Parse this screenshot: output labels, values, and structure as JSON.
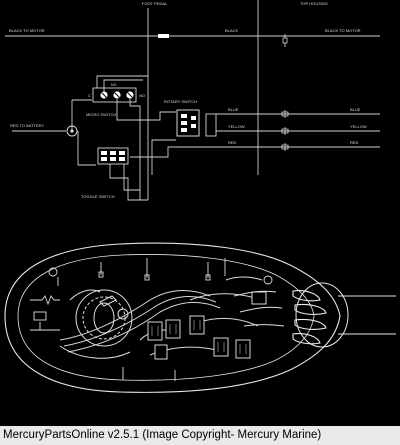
{
  "header": {
    "foot_pedal": "FOOT PEDAL",
    "top_housing": "TOP HOUSING"
  },
  "wires": {
    "black_left": "BLACK TO MOTOR",
    "black_mid": "BLACK",
    "black_right": "BLACK TO MOTOR",
    "blue_mid": "BLUE",
    "blue_right": "BLUE",
    "yellow_mid": "YELLOW",
    "yellow_right": "YELLOW",
    "red_left": "RED TO BATTERY",
    "red_mid": "RED",
    "red_right": "RED"
  },
  "components": {
    "nc_label": "NC",
    "no_label": "NO",
    "c_label": "C",
    "micro_switch": "MICRO SWITCH",
    "rotary_switch": "ROTARY SWITCH",
    "toggle_switch": "TOGGLE SWITCH"
  },
  "footer": {
    "caption": "MercuryPartsOnline v2.5.1 (Image Copyright- Mercury Marine)"
  }
}
